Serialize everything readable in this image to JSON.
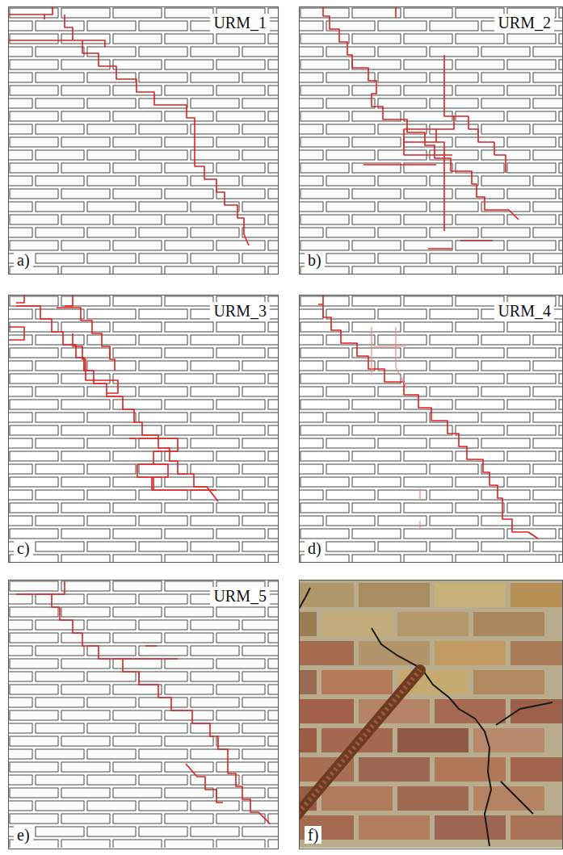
{
  "diagram": {
    "nodes": [
      {
        "text": [
          "URM_1",
          "a)"
        ]
      },
      {
        "text": [
          "URM_2",
          "b)"
        ]
      },
      {
        "text": [
          "URM_3",
          "c)"
        ]
      },
      {
        "text": [
          "URM_4",
          "d)"
        ]
      },
      {
        "text": [
          "URM_5",
          "e)"
        ]
      },
      {
        "text": [
          "f)"
        ]
      }
    ]
  }
}
